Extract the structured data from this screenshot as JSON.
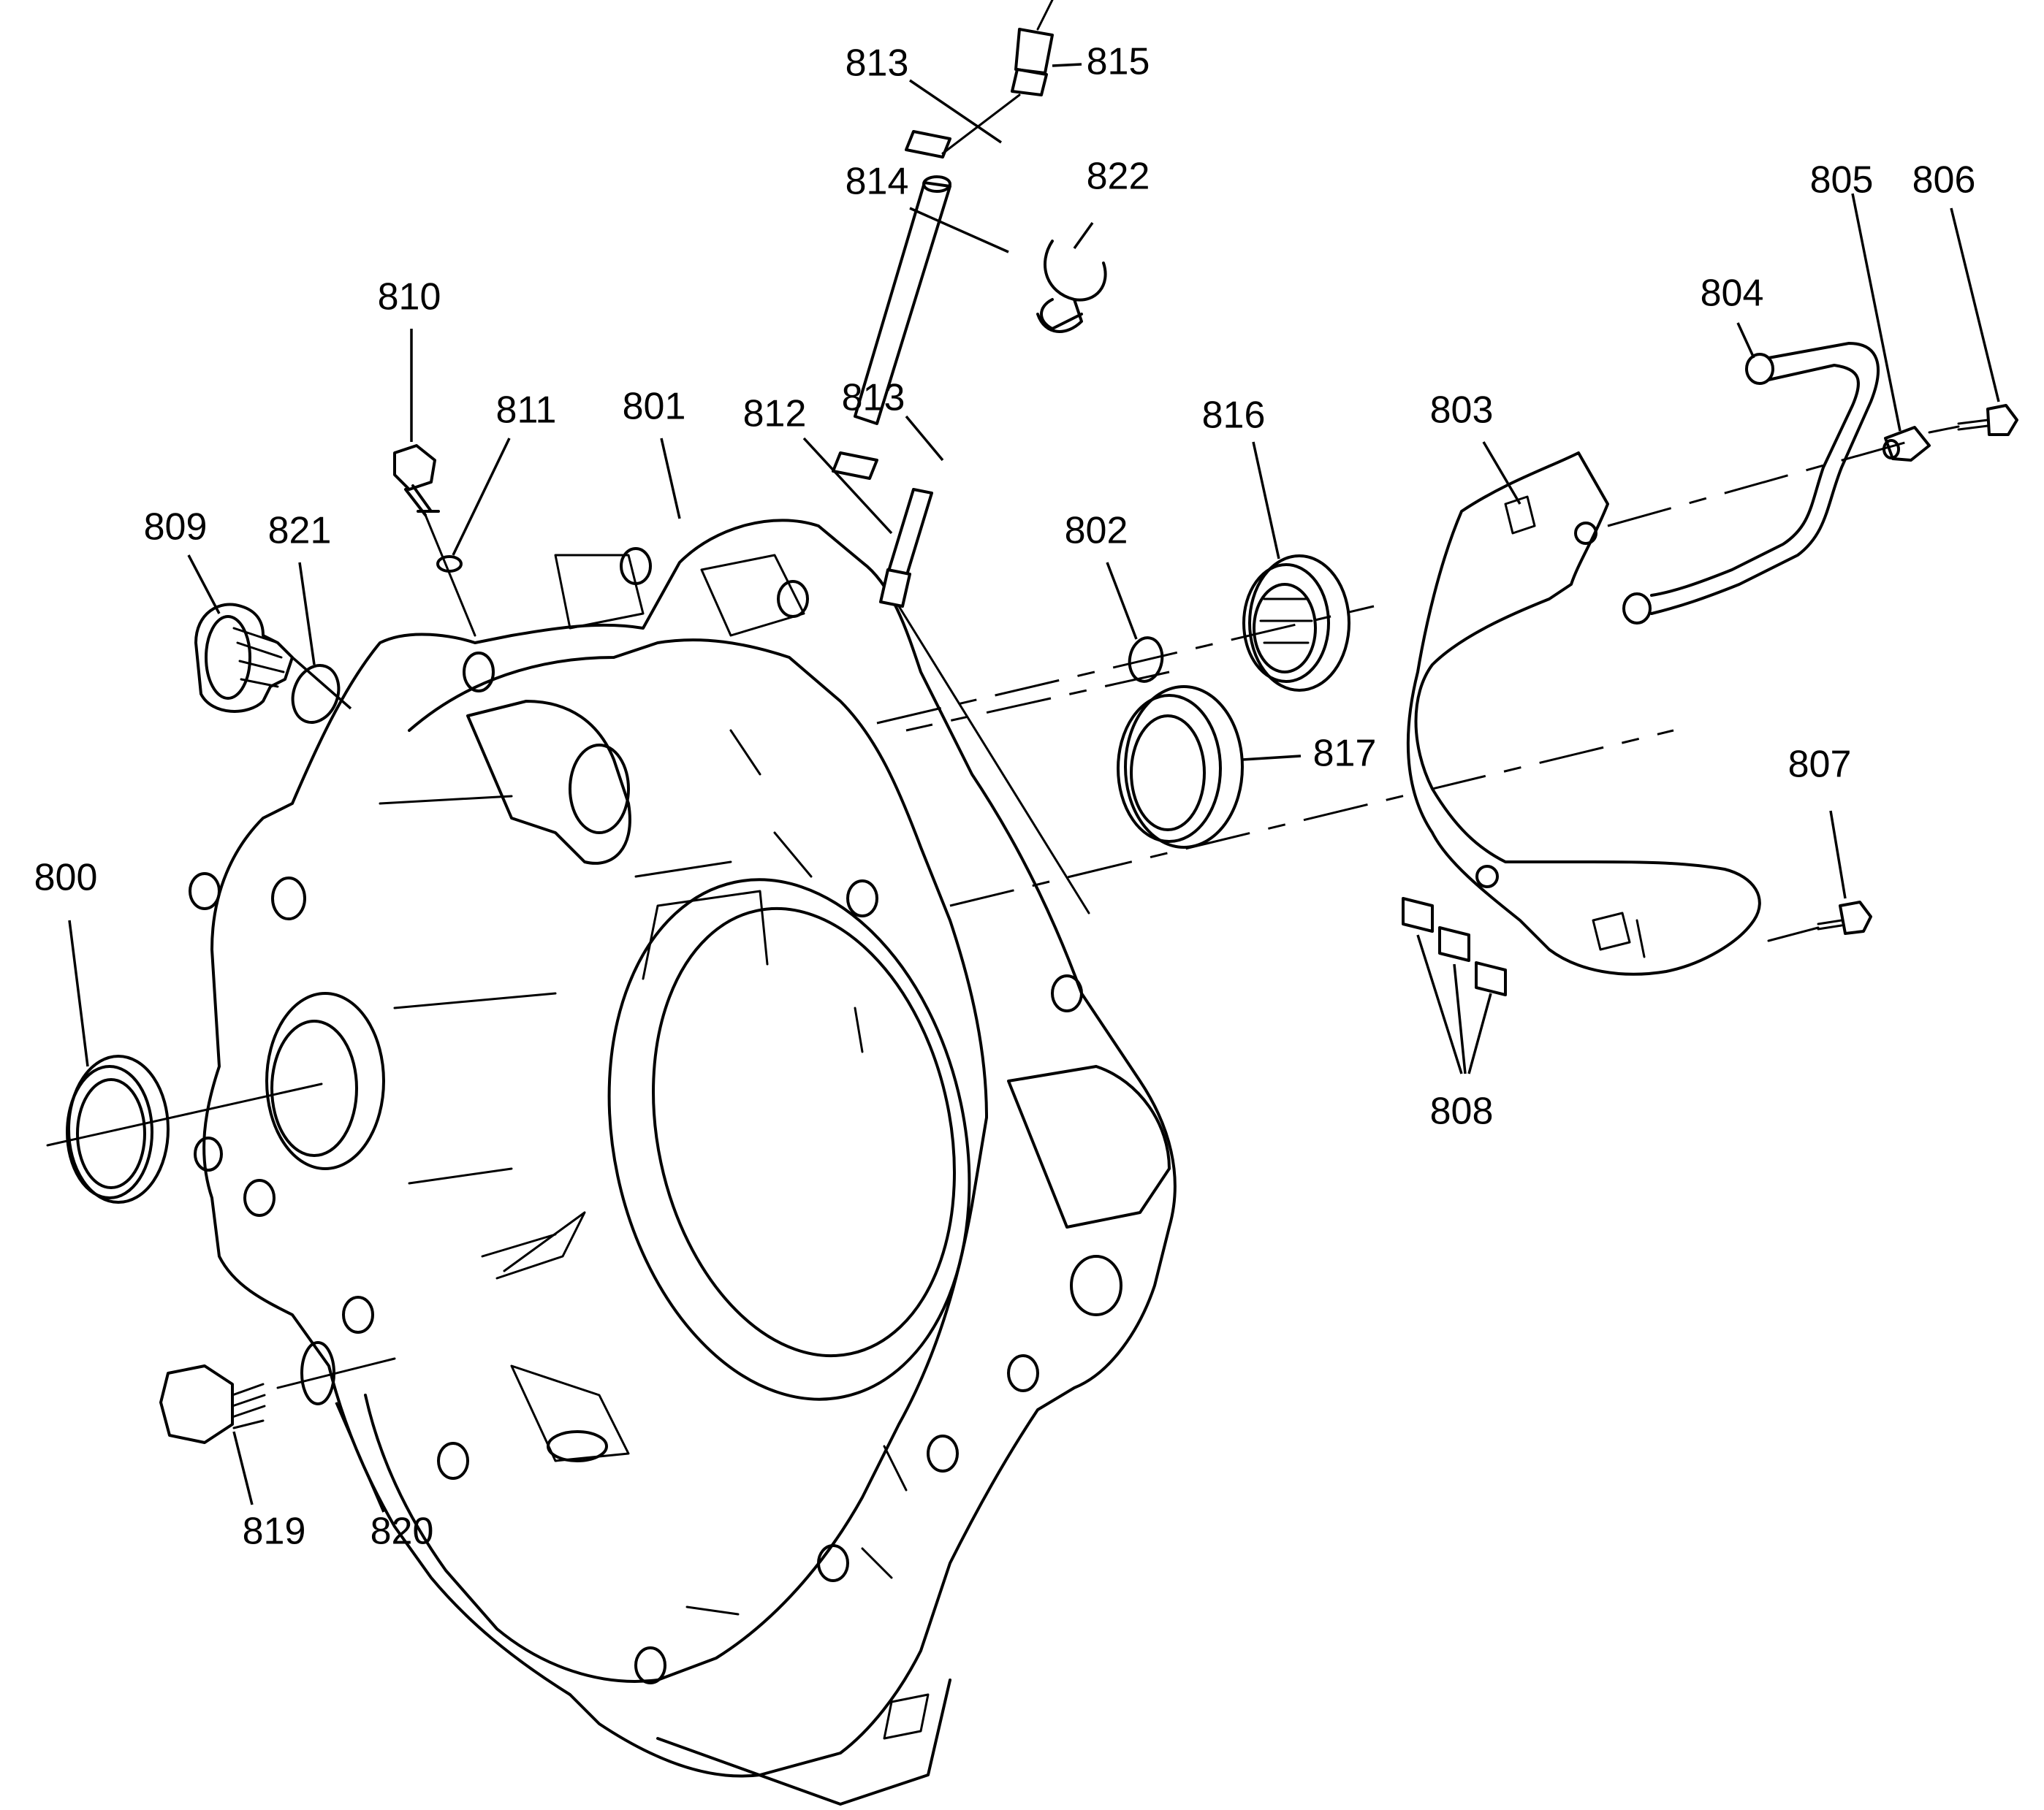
{
  "diagram": {
    "callouts": [
      {
        "id": "800",
        "label": "800"
      },
      {
        "id": "801",
        "label": "801"
      },
      {
        "id": "802",
        "label": "802"
      },
      {
        "id": "803",
        "label": "803"
      },
      {
        "id": "804",
        "label": "804"
      },
      {
        "id": "805",
        "label": "805"
      },
      {
        "id": "806",
        "label": "806"
      },
      {
        "id": "807",
        "label": "807"
      },
      {
        "id": "808",
        "label": "808"
      },
      {
        "id": "809",
        "label": "809"
      },
      {
        "id": "810",
        "label": "810"
      },
      {
        "id": "811",
        "label": "811"
      },
      {
        "id": "812",
        "label": "812"
      },
      {
        "id": "813a",
        "label": "813"
      },
      {
        "id": "813b",
        "label": "813"
      },
      {
        "id": "814",
        "label": "814"
      },
      {
        "id": "815",
        "label": "815"
      },
      {
        "id": "816",
        "label": "816"
      },
      {
        "id": "817",
        "label": "817"
      },
      {
        "id": "819",
        "label": "819"
      },
      {
        "id": "820",
        "label": "820"
      },
      {
        "id": "821",
        "label": "821"
      },
      {
        "id": "822",
        "label": "822"
      }
    ]
  }
}
